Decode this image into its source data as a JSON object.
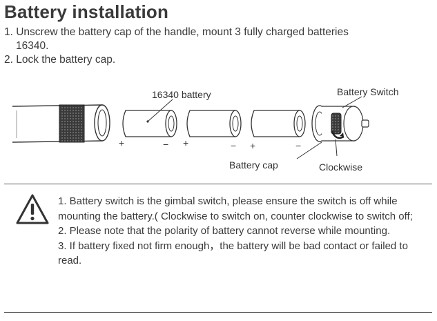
{
  "title": "Battery installation",
  "steps": [
    {
      "line1": "1. Unscrew the battery cap of the handle, mount 3 fully charged batteries",
      "line2": "16340."
    },
    {
      "line1": "2. Lock the battery cap."
    }
  ],
  "figure": {
    "battery_label": "16340 battery",
    "switch_label": "Battery Switch",
    "cap_label": "Battery cap",
    "direction_label": "Clockwise",
    "plus": "+",
    "minus": "−"
  },
  "notes": [
    "1. Battery switch is the gimbal switch, please ensure the switch is off while mounting the battery.( Clockwise to switch on, counter clockwise to switch off;",
    "2. Please note that the polarity of battery cannot reverse while mounting.",
    "3. If battery fixed not firm enough，the battery will be bad contact or failed to read."
  ],
  "icons": {
    "warning": "warning-triangle-icon"
  }
}
